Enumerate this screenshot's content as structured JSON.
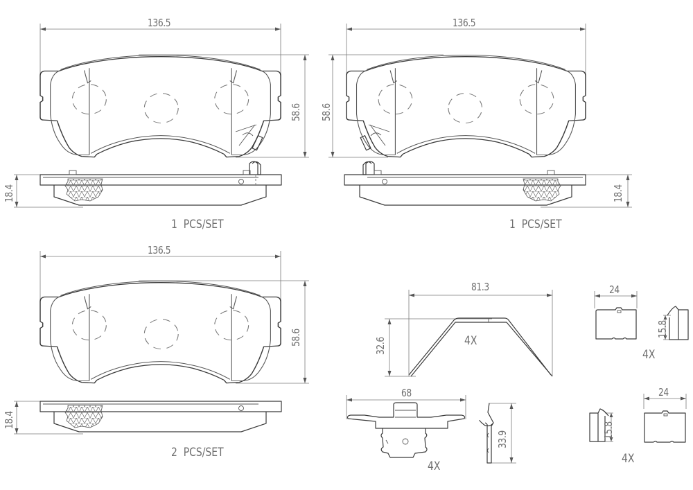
{
  "drawing": {
    "title": "Brake pad set technical drawing",
    "line_color": "#3a3a3a",
    "dimension_color": "#7a7a7a",
    "background": "#ffffff"
  },
  "pads": [
    {
      "id": "pad-top-left",
      "width_label": "136.5",
      "height_label": "58.6",
      "thickness_label": "18.4",
      "quantity_label": "1  PCS/SET",
      "has_wear_sensor": true
    },
    {
      "id": "pad-top-right",
      "width_label": "136.5",
      "height_label": "58.6",
      "thickness_label": "18.4",
      "quantity_label": "1  PCS/SET",
      "has_wear_sensor": true
    },
    {
      "id": "pad-bottom-left",
      "width_label": "136.5",
      "height_label": "58.6",
      "thickness_label": "18.4",
      "quantity_label": "2  PCS/SET",
      "has_wear_sensor": false
    }
  ],
  "hardware": {
    "spring_wire": {
      "width_label": "81.3",
      "height_label": "32.6",
      "quantity_label": "4X"
    },
    "retainer_clip": {
      "width_label": "68",
      "height_label": "33.9",
      "quantity_label": "4X"
    },
    "shim_clip_a": {
      "width_label": "24",
      "height_label": "15.8",
      "quantity_label": "4X"
    },
    "shim_clip_b": {
      "width_label": "24",
      "height_label": "15.8",
      "quantity_label": "4X"
    }
  }
}
